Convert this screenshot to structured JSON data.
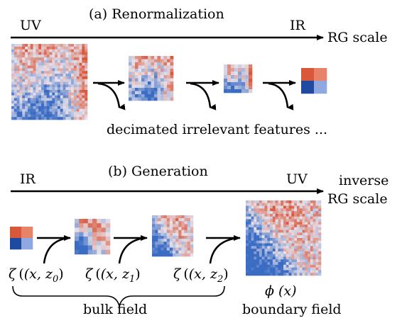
{
  "panel_a": {
    "title": "(a) Renormalization",
    "left_end": "UV",
    "right_end": "IR",
    "axis_label": "RG scale",
    "note": "decimated irrelevant features ..."
  },
  "panel_b": {
    "title": "(b) Generation",
    "left_end": "IR",
    "right_end": "UV",
    "axis_label_line1": "inverse",
    "axis_label_line2": "RG scale",
    "bulk_inputs": [
      {
        "sym": "ζ",
        "args": "(x, z",
        "sub": "0",
        "close": ")"
      },
      {
        "sym": "ζ",
        "args": "(x, z",
        "sub": "1",
        "close": ")"
      },
      {
        "sym": "ζ",
        "args": "(x, z",
        "sub": "2",
        "close": ")"
      }
    ],
    "boundary_symbol": "ϕ (x)",
    "bulk_label": "bulk field",
    "boundary_label": "boundary field"
  },
  "colors": {
    "red": "#d9573a",
    "blue": "#3a6cc4",
    "pale": "#e6e1ea",
    "dark_blue": "#1f4aa0"
  }
}
